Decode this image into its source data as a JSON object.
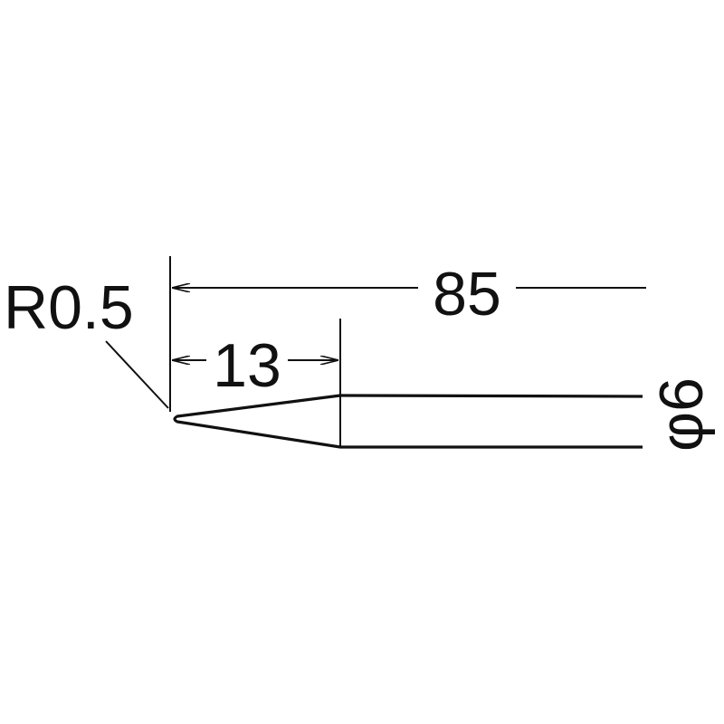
{
  "dimensions": {
    "tip_radius": "R0.5",
    "overall_length": "85",
    "taper_length": "13",
    "diameter": "φ6"
  }
}
